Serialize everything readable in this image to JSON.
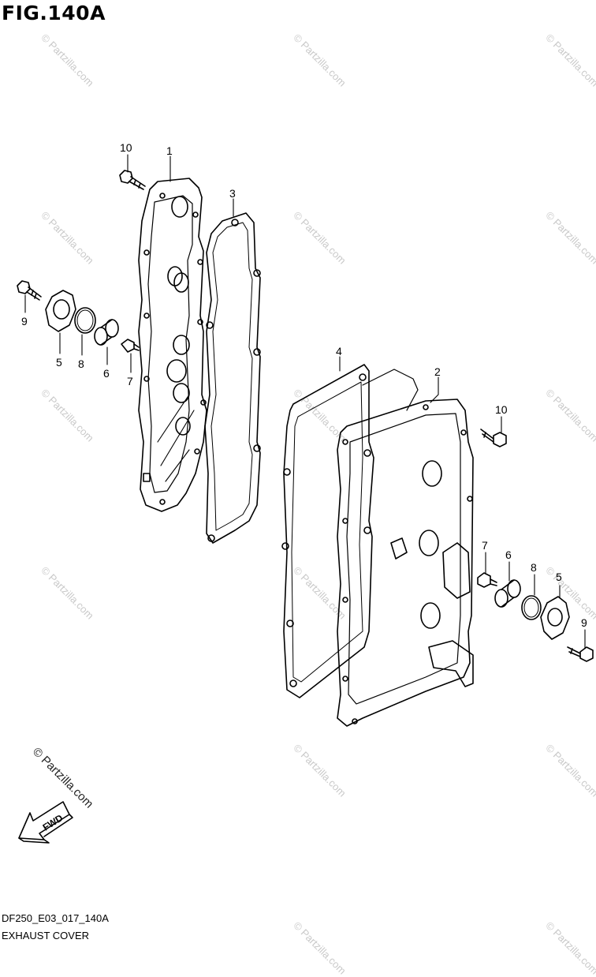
{
  "figure": {
    "title": "FIG.140A",
    "code": "DF250_E03_017_140A",
    "caption": "EXHAUST COVER",
    "copyright": "© Partzilla.com",
    "watermark": "© Partzilla.com",
    "direction_label": "FWD"
  },
  "callouts": [
    {
      "id": "c1",
      "text": "1"
    },
    {
      "id": "c2",
      "text": "2"
    },
    {
      "id": "c3",
      "text": "3"
    },
    {
      "id": "c4",
      "text": "4"
    },
    {
      "id": "c5a",
      "text": "5"
    },
    {
      "id": "c5b",
      "text": "5"
    },
    {
      "id": "c6a",
      "text": "6"
    },
    {
      "id": "c6b",
      "text": "6"
    },
    {
      "id": "c7a",
      "text": "7"
    },
    {
      "id": "c7b",
      "text": "7"
    },
    {
      "id": "c8a",
      "text": "8"
    },
    {
      "id": "c8b",
      "text": "8"
    },
    {
      "id": "c9a",
      "text": "9"
    },
    {
      "id": "c9b",
      "text": "9"
    },
    {
      "id": "c10a",
      "text": "10"
    },
    {
      "id": "c10b",
      "text": "10"
    }
  ]
}
